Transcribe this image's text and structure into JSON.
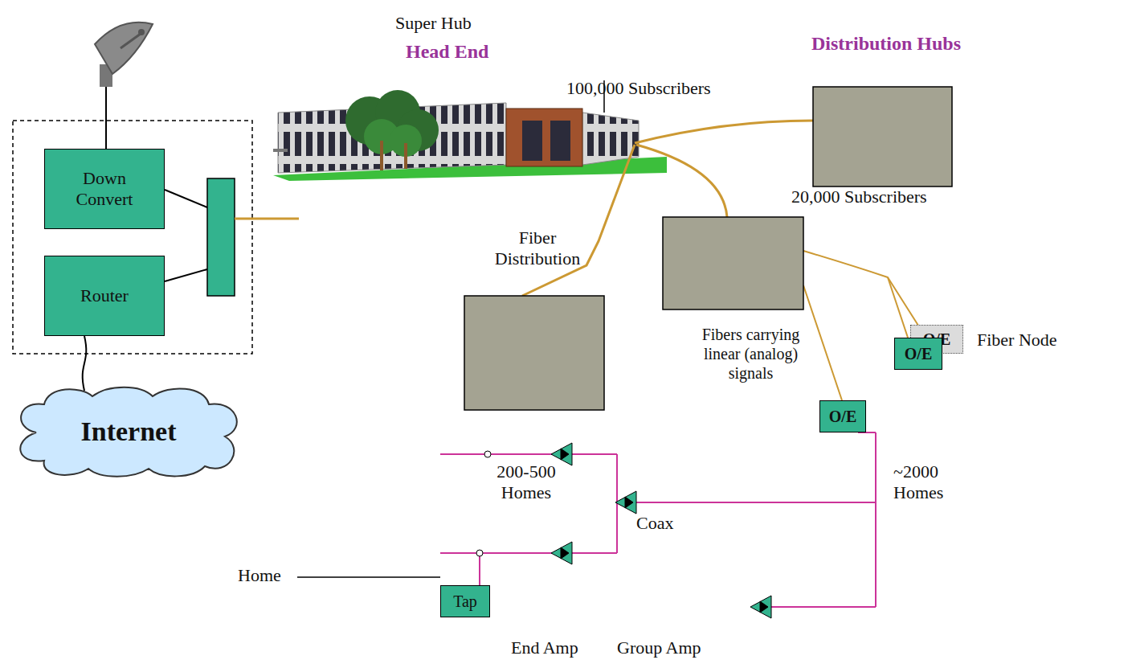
{
  "diagram": {
    "nodes": [
      {
        "text": [
          "Down Convert"
        ]
      },
      {
        "text": [
          "Router"
        ]
      },
      {
        "text": [
          "Internet"
        ]
      },
      {
        "text": [
          "O/E"
        ]
      },
      {
        "text": [
          "O/E"
        ]
      },
      {
        "text": [
          "O/E"
        ]
      },
      {
        "text": [
          "Tap"
        ]
      }
    ],
    "edges": [
      {
        "from": 1,
        "to": 2,
        "arrow": "none"
      }
    ],
    "labels": [
      "Super Hub",
      "Head End",
      "100,000 Subscribers",
      "Distribution Hubs",
      "20,000 Subscribers",
      "Fiber Distribution",
      "Fibers carrying linear (analog) signals",
      "Fiber Node",
      "~2000 Homes",
      "200-500 Homes",
      "Coax",
      "Home",
      "End Amp",
      "Group Amp"
    ]
  }
}
